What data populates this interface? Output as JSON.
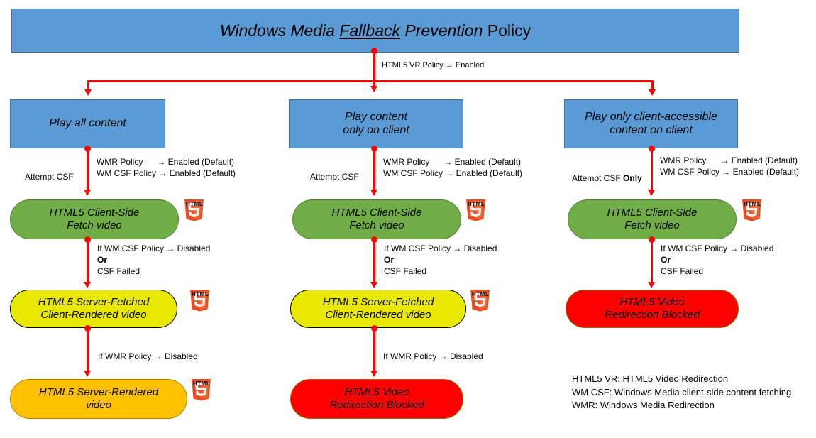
{
  "diagram": {
    "title_parts": {
      "part1": "Windows Media ",
      "underlined": "Fallback",
      "part2": " Prevention ",
      "part3": "Policy"
    },
    "title_full": "Windows Media Fallback Prevention Policy",
    "root_edge_label": "HTML5 VR Policy → Enabled",
    "columns": [
      {
        "option": "Play all content",
        "edge1_left": "Attempt CSF",
        "edge1_right": "WMR Policy      → Enabled (Default)\nWM CSF Policy → Enabled (Default)",
        "step1": "HTML5 Client-Side\nFetch video",
        "edge2_line1": "If WM CSF Policy → Disabled",
        "edge2_line2": "Or",
        "edge2_line3": "CSF Failed",
        "step2": "HTML5 Server-Fetched\nClient-Rendered video",
        "edge3": "If WMR Policy → Disabled",
        "step3": "HTML5 Server-Rendered\nvideo"
      },
      {
        "option": "Play content\nonly on client",
        "edge1_left": "Attempt CSF",
        "edge1_right": "WMR Policy      → Enabled (Default)\nWM CSF Policy → Enabled (Default)",
        "step1": "HTML5 Client-Side\nFetch video",
        "edge2_line1": "If WM CSF Policy → Disabled",
        "edge2_line2": "Or",
        "edge2_line3": "CSF Failed",
        "step2": "HTML5 Server-Fetched\nClient-Rendered video",
        "edge3": "If WMR Policy → Disabled",
        "step3": "HTML5 Video\nRedirection Blocked"
      },
      {
        "option": "Play only client-accessible\ncontent on client",
        "edge1_left_plain": "Attempt CSF ",
        "edge1_left_bold": "Only",
        "edge1_right": "WMR Policy      → Enabled (Default)\nWM CSF Policy → Enabled (Default)",
        "step1": "HTML5 Client-Side\nFetch video",
        "edge2_line1": "If WM CSF Policy → Disabled",
        "edge2_line2": "Or",
        "edge2_line3": "CSF Failed",
        "step2": "HTML5 Video\nRedirection Blocked"
      }
    ],
    "legend": "HTML5 VR: HTML5 Video Redirection\nWM CSF: Windows Media client-side content fetching\nWMR: Windows Media Redirection",
    "icon_label": "html5-logo-icon",
    "colors": {
      "blue": "#5b9bd5",
      "green": "#70ad47",
      "yellow": "#e8e800",
      "orange": "#ffc000",
      "red": "#ff0000",
      "connector": "#ff0000",
      "html5_orange": "#e44d26",
      "html5_orange_light": "#f16529"
    }
  }
}
